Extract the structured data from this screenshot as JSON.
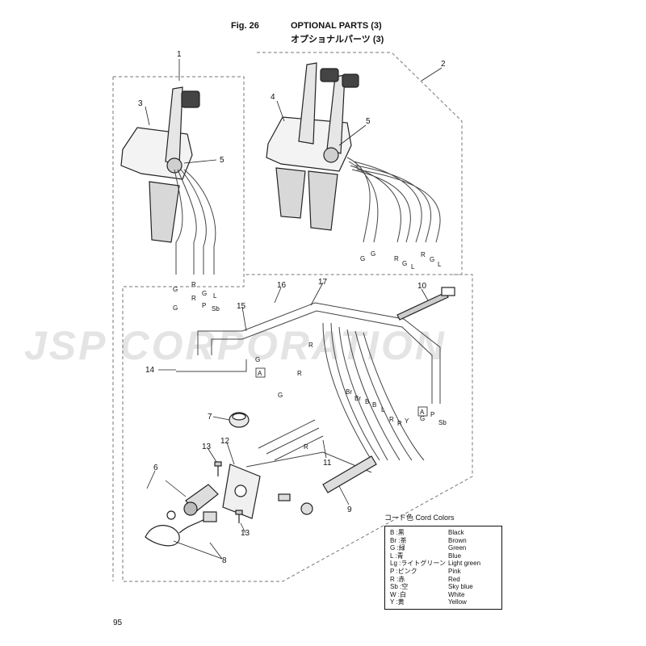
{
  "header": {
    "fig_label": "Fig. 26",
    "title_en": "OPTIONAL PARTS (3)",
    "title_jp": "オプショナルパーツ (3)"
  },
  "watermark": "JSP CORPORATION",
  "page_number": "95",
  "callouts": [
    "1",
    "2",
    "3",
    "4",
    "5",
    "5",
    "6",
    "7",
    "8",
    "9",
    "10",
    "11",
    "12",
    "13",
    "13",
    "14",
    "15",
    "16",
    "17"
  ],
  "wire_tags": [
    "G",
    "G",
    "R",
    "R",
    "G",
    "P",
    "L",
    "Sb",
    "G",
    "G",
    "R",
    "G",
    "L",
    "R",
    "G",
    "L",
    "G",
    "R",
    "R",
    "G",
    "Br",
    "Br",
    "B",
    "B",
    "L",
    "R",
    "R",
    "Y",
    "P",
    "Sb",
    "G",
    "R"
  ],
  "connector_refs": [
    "A",
    "A"
  ],
  "cord_colors": {
    "title": "コード色 Cord Colors",
    "rows": [
      {
        "code": "B",
        "jp": "黒",
        "en": "Black"
      },
      {
        "code": "Br",
        "jp": "茶",
        "en": "Brown"
      },
      {
        "code": "G",
        "jp": "緑",
        "en": "Green"
      },
      {
        "code": "L",
        "jp": "青",
        "en": "Blue"
      },
      {
        "code": "Lg",
        "jp": "ライトグリーン",
        "en": "Light green"
      },
      {
        "code": "P",
        "jp": "ピンク",
        "en": "Pink"
      },
      {
        "code": "R",
        "jp": "赤",
        "en": "Red"
      },
      {
        "code": "Sb",
        "jp": "空",
        "en": "Sky blue"
      },
      {
        "code": "W",
        "jp": "白",
        "en": "White"
      },
      {
        "code": "Y",
        "jp": "黄",
        "en": "Yellow"
      }
    ]
  }
}
